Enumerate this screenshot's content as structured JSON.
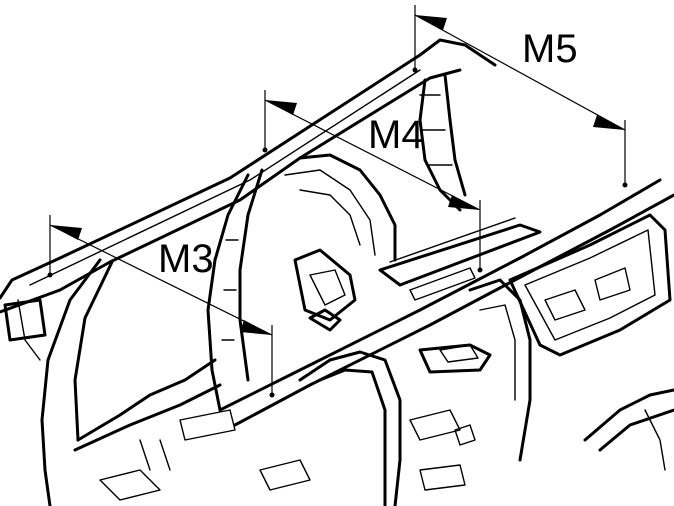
{
  "diagram": {
    "labels": {
      "m3": "M3",
      "m4": "M4",
      "m5": "M5"
    },
    "colors": {
      "ink": "#000000",
      "background": "#ffffff"
    }
  }
}
